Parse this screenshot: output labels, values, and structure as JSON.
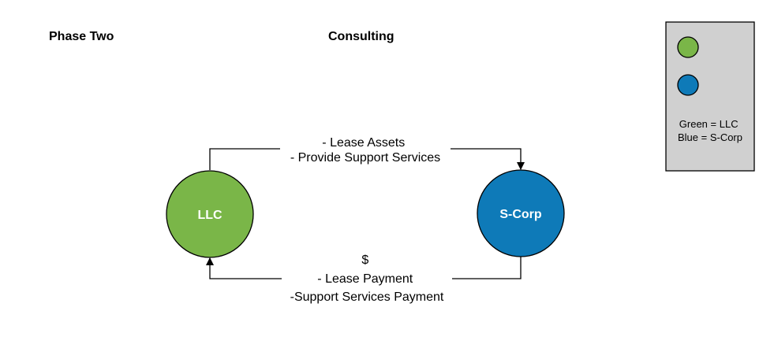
{
  "header": {
    "left_title": "Phase Two",
    "center_title": "Consulting"
  },
  "nodes": {
    "llc": {
      "label": "LLC",
      "color": "#7ab648"
    },
    "scorp": {
      "label": "S-Corp",
      "color": "#0e7ab8"
    }
  },
  "flows": {
    "top": {
      "lines": [
        "- Lease Assets",
        "- Provide Support Services"
      ]
    },
    "bottom": {
      "lines": [
        "$",
        "- Lease Payment",
        "-Support Services Payment"
      ]
    }
  },
  "legend": {
    "background": "#d0d0d0",
    "green_color": "#7ab648",
    "blue_color": "#0e7ab8",
    "lines": [
      "Green = LLC",
      "Blue = S-Corp"
    ]
  }
}
